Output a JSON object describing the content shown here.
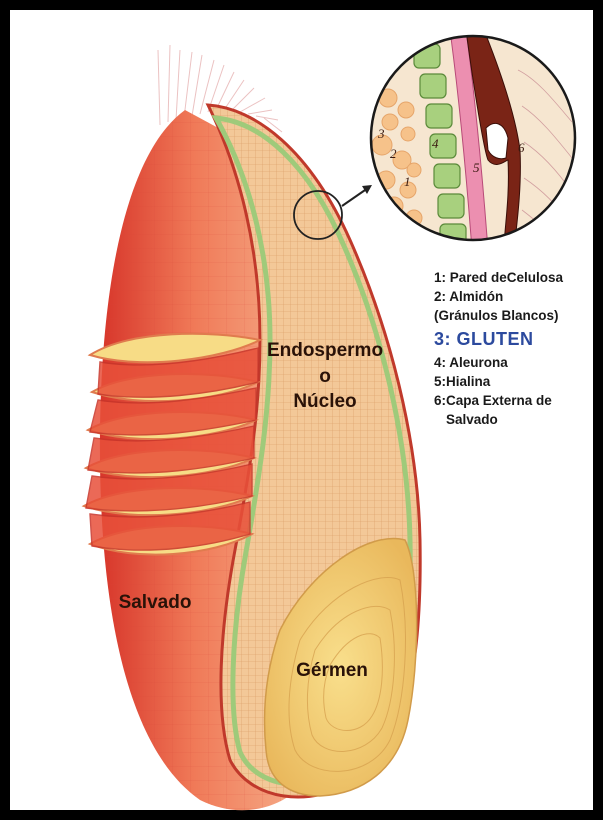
{
  "diagram": {
    "regions": {
      "endosperm_line1": "Endospermo",
      "endosperm_line2": "o",
      "endosperm_line3": "Núcleo",
      "bran": "Salvado",
      "germ": "Gérmen"
    },
    "zoom_numbers": [
      "1",
      "2",
      "3",
      "4",
      "5",
      "6"
    ],
    "legend": {
      "item1": "1: Pared deCelulosa",
      "item2_line1": "2: Almidón",
      "item2_line2": "(Gránulos Blancos)",
      "item3": "3:  GLUTEN",
      "item4": "4: Aleurona",
      "item5": "5:Hialina",
      "item6_line1": "6:Capa Externa de",
      "item6_line2": "Salvado"
    }
  },
  "colors": {
    "frame": "#000000",
    "bran_outer": "#e8503a",
    "bran_light": "#f6a07a",
    "endosperm": "#f3c898",
    "aleurone_band": "#9fca7a",
    "germ": "#f2d37a",
    "gluten_highlight": "#2c4a9e",
    "label_text": "#2a1208"
  }
}
